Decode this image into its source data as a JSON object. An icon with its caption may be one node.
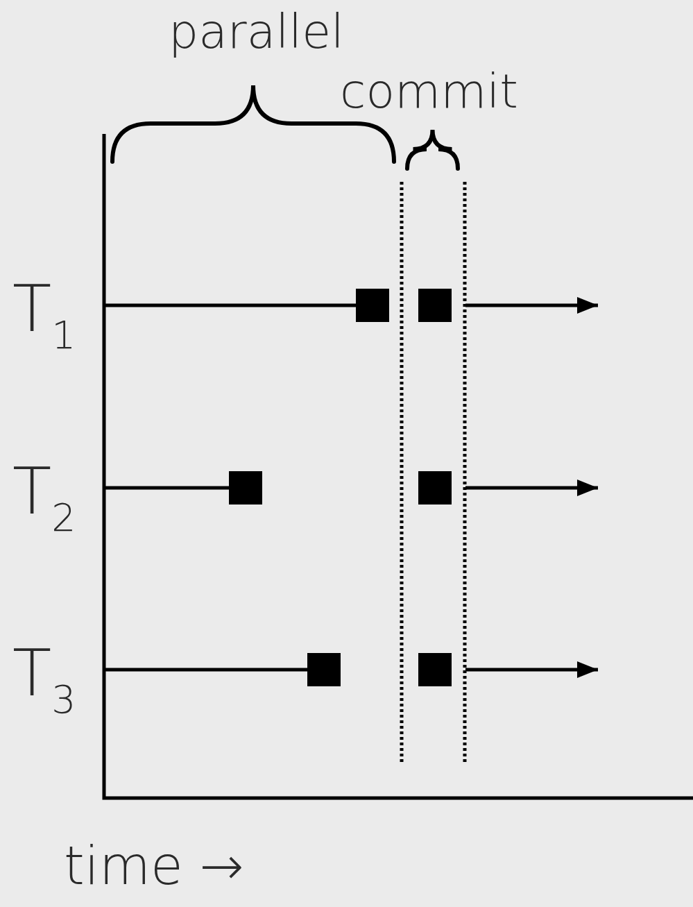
{
  "diagram": {
    "nodes": [
      {
        "text": [],
        "shape": "box"
      },
      {
        "text": [],
        "shape": "box"
      },
      {
        "text": [],
        "shape": "box"
      },
      {
        "text": [],
        "shape": "box"
      },
      {
        "text": [],
        "shape": "box"
      },
      {
        "text": [],
        "shape": "box"
      }
    ],
    "edges": [
      {
        "from": null,
        "to": 0,
        "arrow": "none"
      },
      {
        "from": 1,
        "to": null,
        "arrow": "to"
      },
      {
        "from": null,
        "to": 2,
        "arrow": "none"
      },
      {
        "from": 3,
        "to": null,
        "arrow": "to"
      },
      {
        "from": null,
        "to": 4,
        "arrow": "none"
      },
      {
        "from": 5,
        "to": null,
        "arrow": "to"
      }
    ],
    "labels": [
      "parallel",
      "commit",
      "T$_{1}$",
      "T$_{2}$",
      "T$_{3}$",
      "time →"
    ]
  }
}
